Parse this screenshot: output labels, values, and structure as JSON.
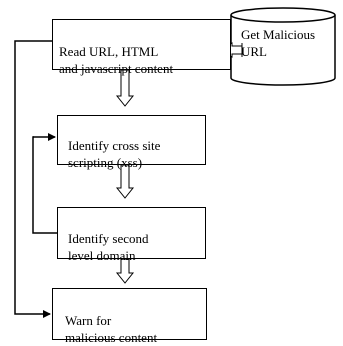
{
  "nodes": {
    "read_content": "Read URL, HTML\nand javascript content",
    "get_malicious_url": "Get Malicious\nURL",
    "identify_xss": "Identify cross site\nscripting (xss)",
    "identify_domain": "Identify second\nlevel domain",
    "warn": "Warn for\nmalicious content"
  },
  "colors": {
    "stroke": "#000000",
    "background": "#ffffff"
  }
}
